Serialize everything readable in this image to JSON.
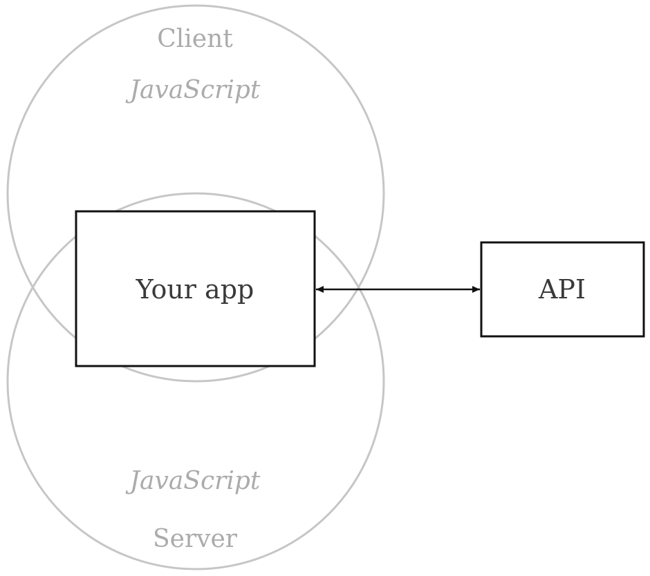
{
  "client": {
    "title": "Client",
    "language": "JavaScript"
  },
  "server": {
    "title": "Server",
    "language": "JavaScript"
  },
  "app": {
    "label": "Your app"
  },
  "api": {
    "label": "API"
  },
  "colors": {
    "circle_stroke": "#c6c6c6",
    "circle_text": "#ababab",
    "box_stroke": "#111111",
    "box_text": "#3a3a3a"
  }
}
